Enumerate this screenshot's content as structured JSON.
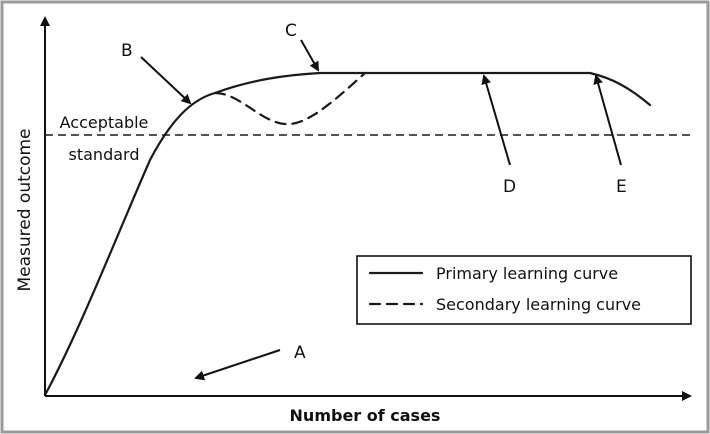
{
  "diagram": {
    "y_axis_label": "Measured outcome",
    "x_axis_label": "Number of cases",
    "standard_label_line1": "Acceptable",
    "standard_label_line2": "standard",
    "point_labels": {
      "a": "A",
      "b": "B",
      "c": "C",
      "d": "D",
      "e": "E"
    },
    "legend": {
      "primary": "Primary learning curve",
      "secondary": "Secondary learning curve"
    }
  }
}
